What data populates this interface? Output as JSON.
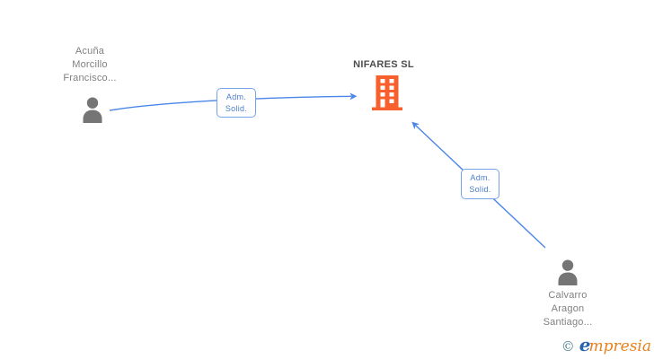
{
  "nodes": {
    "person1": {
      "label": "Acuña\nMorcillo\nFrancisco...",
      "type": "person"
    },
    "company": {
      "label": "NIFARES SL",
      "type": "company"
    },
    "person2": {
      "label": "Calvarro\nAragon\nSantiago...",
      "type": "person"
    }
  },
  "edges": {
    "edge1": {
      "from": "person1",
      "to": "company",
      "label": "Adm.\nSolid."
    },
    "edge2": {
      "from": "person2",
      "to": "company",
      "label": "Adm.\nSolid."
    }
  },
  "watermark": {
    "symbol": "©",
    "brand_initial": "e",
    "brand_rest": "mpresia"
  },
  "colors": {
    "edge_blue": "#4a86e8",
    "edge_label_border": "#74a3ea",
    "edge_label_text": "#4b7fc9",
    "building_orange": "#f75f2d",
    "person_gray": "#757575",
    "node_label_gray": "#808080",
    "company_title_gray": "#4d4d4d",
    "brand_blue": "#2766ae",
    "brand_orange": "#e8801c",
    "copyright_teal": "#54808f",
    "background": "#ffffff"
  }
}
